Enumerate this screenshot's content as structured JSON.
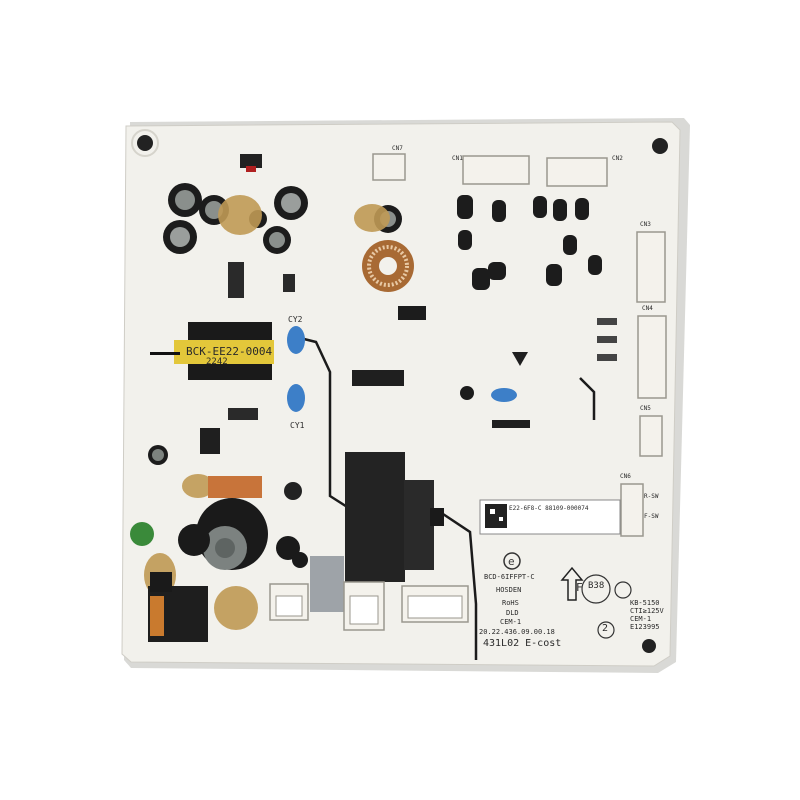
{
  "board": {
    "transformer_label": "BCK-EE22-0004",
    "transformer_sub": "2242",
    "cap_y2_label": "CY2",
    "cap_y1_label": "CY1",
    "sticker_line1": "BCD-6IFFPT-C",
    "sticker_line2": "HOSDEN",
    "model_label": "BCD-6IFFPT-C",
    "brand_label": "HOSDEN",
    "rohs_label": "RoHS",
    "dld_label": "DLD",
    "cem_label": "CEM-1",
    "date_label": "20.22.436.09.00.18",
    "code_label": "431L02 E-cost",
    "rating_lines": [
      "KB-5150",
      "CTI≥125V",
      "CEM-1",
      "E123995"
    ],
    "circle_num": "2",
    "f_label": "F",
    "b38_label": "B38",
    "qr_text": "E22-6F8-C 88109-000074",
    "cn_labels": [
      "CN1",
      "CN2",
      "CN3",
      "CN4",
      "CN5",
      "CN6",
      "CN7"
    ],
    "sw_labels": [
      "R-SW",
      "F-SW"
    ]
  },
  "colors": {
    "board": "#f2f1ec",
    "trace": "#1b1b1b",
    "capacitor_blue": "#3d7fc8",
    "relay": "#2a2a2a",
    "glue": "#c09a55",
    "connector": "#f4f2ec"
  }
}
